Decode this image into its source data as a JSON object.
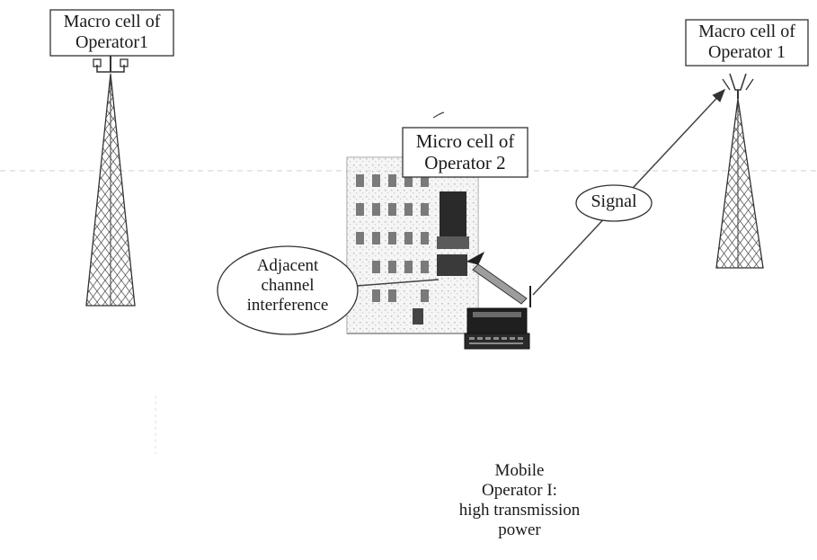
{
  "diagram": {
    "left_macro_label": "Macro cell of\nOperator1",
    "right_macro_label": "Macro cell of\nOperator 1",
    "micro_label": "Micro cell of\nOperator 2",
    "signal_label": "Signal",
    "interference_label": "Adjacent\nchannel\ninterference",
    "mobile_caption": "Mobile\nOperator I:\nhigh transmission\npower"
  }
}
